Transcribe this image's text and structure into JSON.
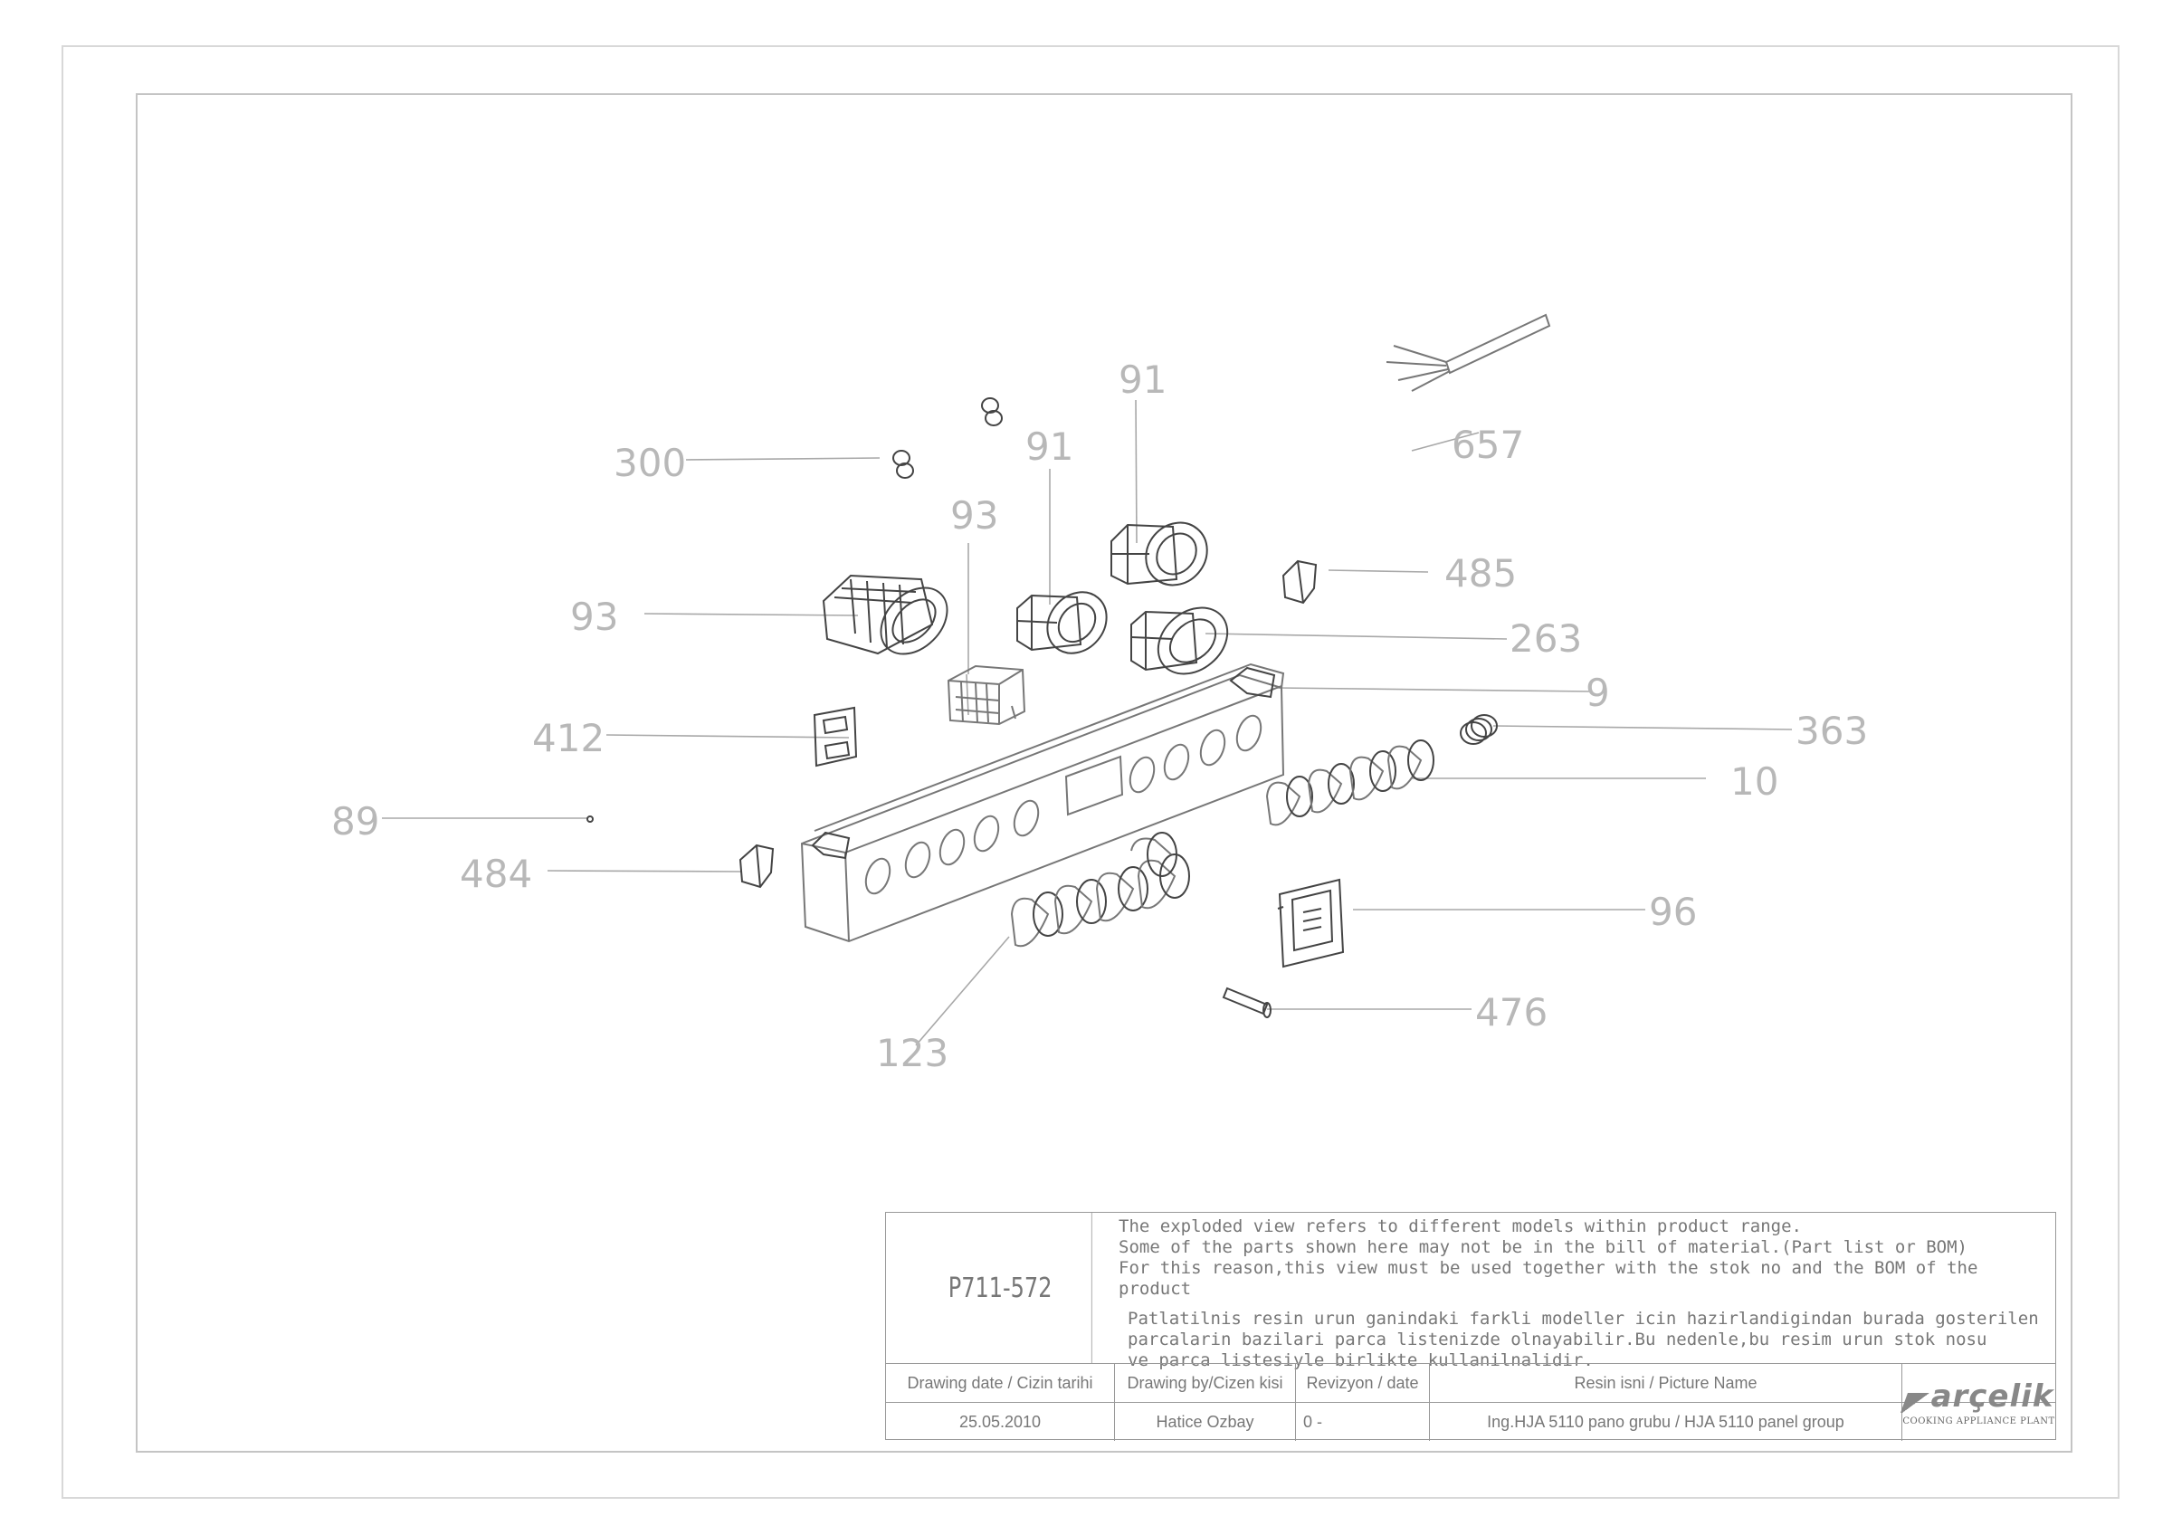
{
  "callouts": {
    "c300": "300",
    "c91a": "91",
    "c91b": "91",
    "c93a": "93",
    "c93b": "93",
    "c657": "657",
    "c485": "485",
    "c263": "263",
    "c9": "9",
    "c363": "363",
    "c412": "412",
    "c10": "10",
    "c89": "89",
    "c484": "484",
    "c96": "96",
    "c476": "476",
    "c123": "123"
  },
  "title_block": {
    "drawing_code": "P711-572",
    "notes_en": [
      "The exploded view refers to different models within product range.",
      "Some of the parts shown here may not be in the bill of material.(Part list or BOM)",
      "For this reason,this view must be used together with the stok no and the BOM of the product"
    ],
    "notes_tr": [
      "Patlatilnis resin urun ganindaki farkli modeller icin hazirlandigindan burada gosterilen",
      "parcalarin bazilari parca listenizde olnayabilir.Bu nedenle,bu resim urun stok nosu",
      "ve parca listesiyle birlikte kullanilnalidir."
    ],
    "header_drawing_date": "Drawing date / Cizin tarihi",
    "header_drawn_by": "Drawing by/Cizen kisi",
    "header_revision": "Revizyon / date",
    "header_picture_name": "Resin isni / Picture Name",
    "drawing_date": "25.05.2010",
    "drawn_by": "Hatice Ozbay",
    "revision": "0 -",
    "picture_name": "Ing.HJA 5110 pano grubu / HJA 5110 panel group",
    "logo_text": "arçelik",
    "logo_subtitle": "COOKING APPLIANCE PLANT"
  }
}
